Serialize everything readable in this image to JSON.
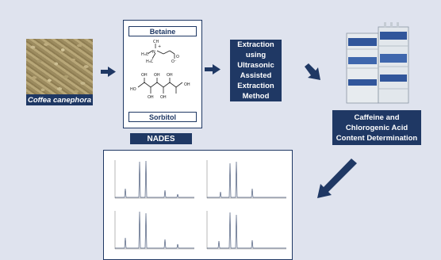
{
  "raw_material": {
    "label": "Coffea canephora"
  },
  "solvent": {
    "component_1": "Betaine",
    "component_2": "Sorbitol",
    "label": "NADES"
  },
  "extraction": {
    "label_lines": [
      "Extraction",
      "using",
      "Ultrasonic",
      "Assisted",
      "Extraction",
      "Method"
    ]
  },
  "analysis": {
    "label_lines": [
      "Caffeine and",
      "Chlorogenic Acid",
      "Content Determination"
    ]
  },
  "colors": {
    "navy": "#1f3864",
    "background": "#dfe3ee"
  },
  "icons": [
    "coffee-beans-photo",
    "hplc-instrument",
    "chromatogram-set",
    "arrow-right",
    "arrow-down-left"
  ]
}
